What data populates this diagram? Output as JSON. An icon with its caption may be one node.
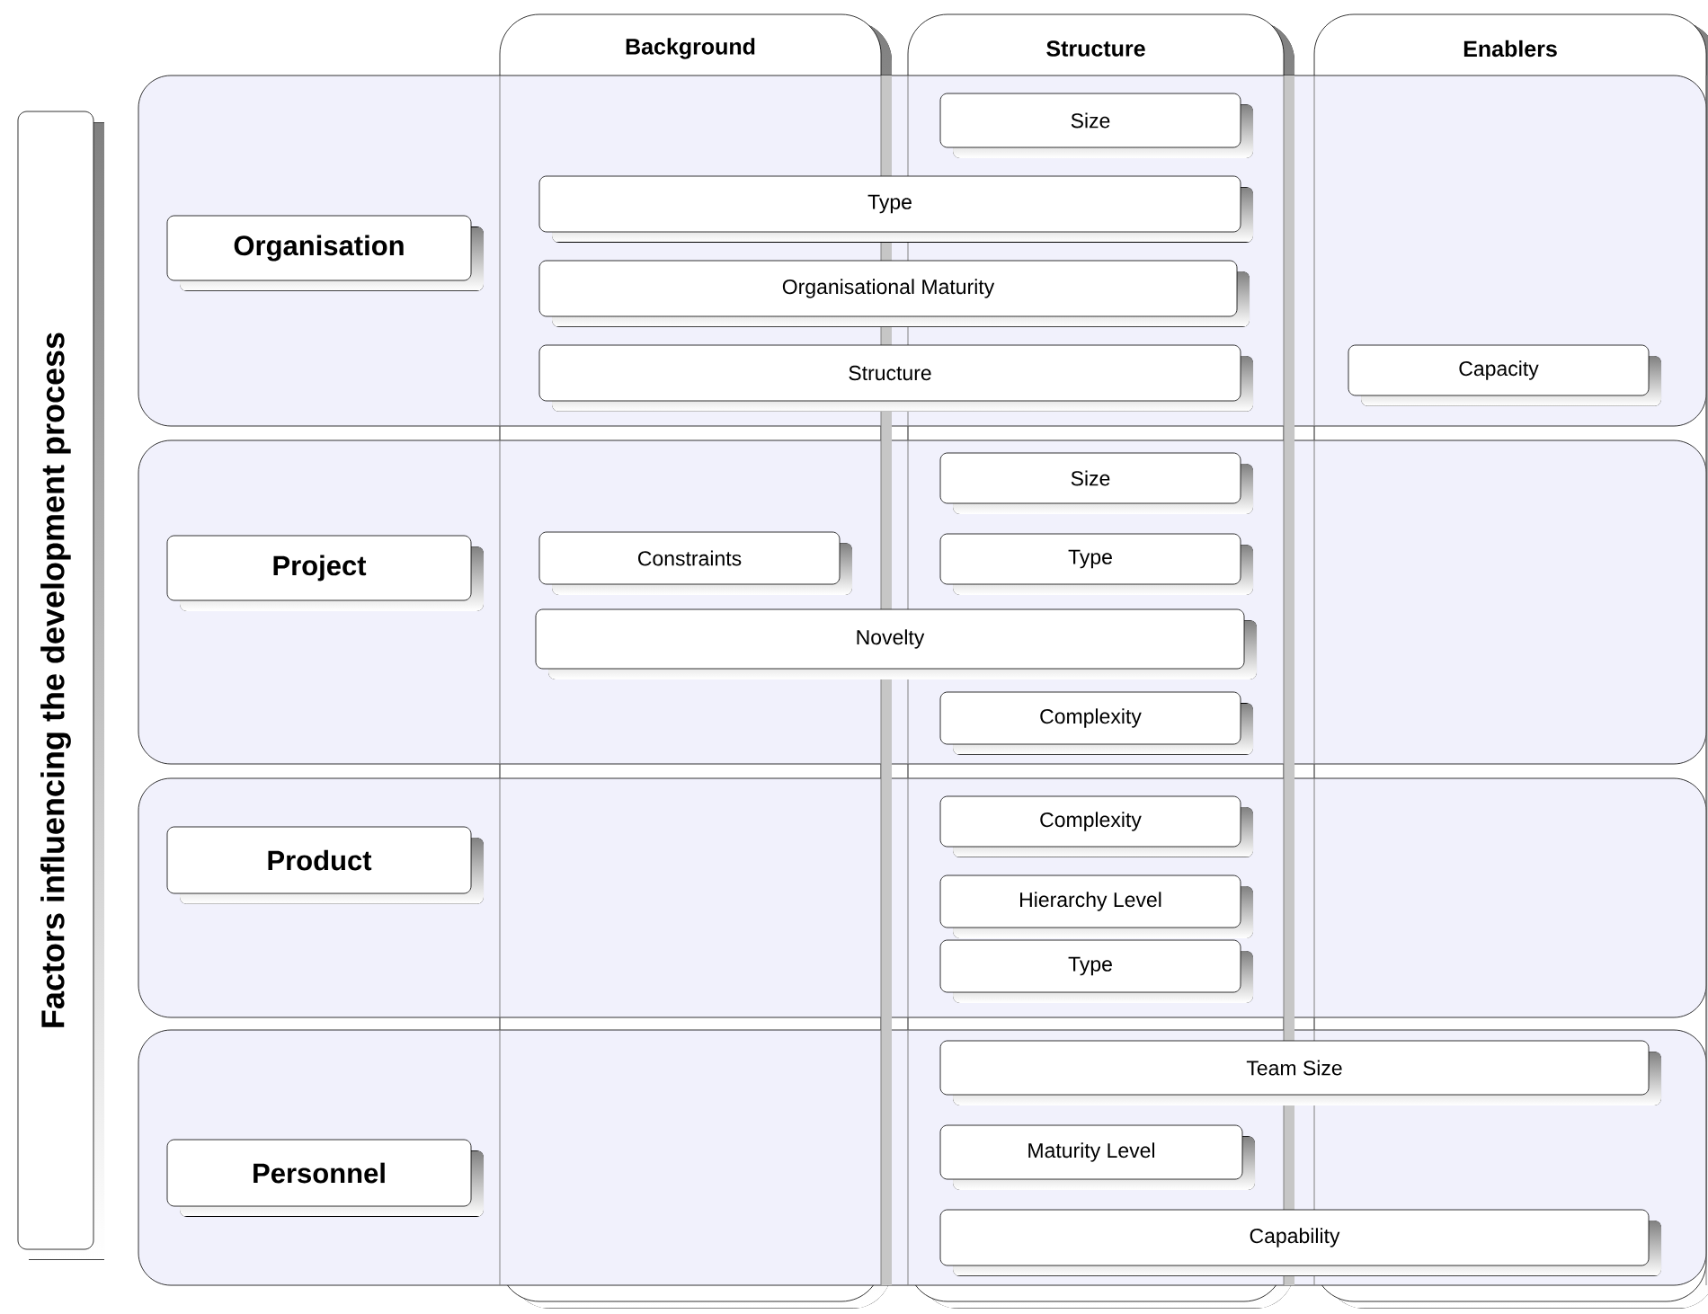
{
  "diagram": {
    "nodes": [
      {
        "text": [
          "Factors influencing the development process"
        ]
      },
      {
        "text": [
          "Background"
        ]
      },
      {
        "text": [
          "Structure"
        ]
      },
      {
        "text": [
          "Enablers"
        ]
      },
      {
        "text": [],
        "shape": "box"
      },
      {
        "text": [
          "Organisation"
        ],
        "in": 4
      },
      {
        "text": [
          "Size"
        ]
      },
      {
        "text": [
          "Type"
        ],
        "in": 4
      },
      {
        "text": [
          "Organisational Maturity"
        ],
        "in": 4
      },
      {
        "text": [
          "Structure"
        ],
        "in": 4
      },
      {
        "text": [
          "Capacity"
        ]
      },
      {
        "text": [],
        "shape": "box"
      },
      {
        "text": [
          "Project"
        ],
        "in": 11
      },
      {
        "text": [
          "Size"
        ]
      },
      {
        "text": [
          "Constraints"
        ]
      },
      {
        "text": [
          "Type"
        ]
      },
      {
        "text": [
          "Novelty"
        ],
        "in": 11
      },
      {
        "text": [
          "Complexity"
        ]
      },
      {
        "text": [],
        "shape": "box"
      },
      {
        "text": [
          "Product"
        ],
        "in": 18
      },
      {
        "text": [
          "Complexity"
        ]
      },
      {
        "text": [
          "Hierarchy Level"
        ]
      },
      {
        "text": [
          "Type"
        ]
      },
      {
        "text": [],
        "shape": "box"
      },
      {
        "text": [
          "Personnel"
        ],
        "in": 23
      },
      {
        "text": [
          "Team Size"
        ],
        "in": 23
      },
      {
        "text": [
          "Maturity Level"
        ]
      },
      {
        "text": [
          "Capability"
        ],
        "in": 23
      }
    ]
  }
}
